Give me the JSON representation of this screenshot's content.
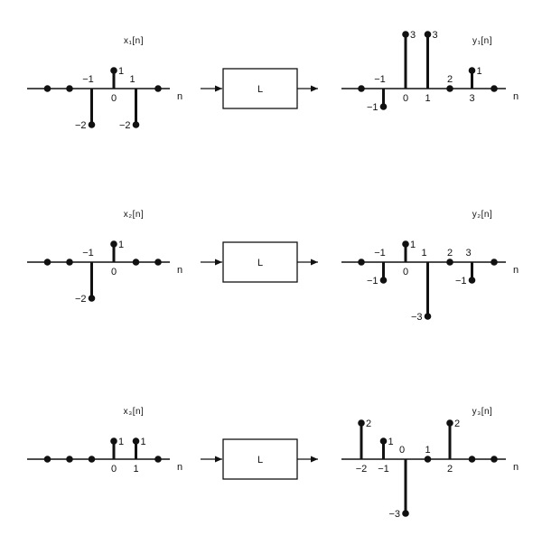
{
  "system_label": "L",
  "axis_var": "n",
  "rows": [
    {
      "input": {
        "name": "x₁[n]",
        "samples": [
          {
            "n": -3,
            "v": 0
          },
          {
            "n": -2,
            "v": 0
          },
          {
            "n": -1,
            "v": -2,
            "label": "−2",
            "tick": "−1"
          },
          {
            "n": 0,
            "v": 1,
            "label": "1",
            "tick": "0"
          },
          {
            "n": 1,
            "v": -2,
            "label": "−2",
            "tick": "1"
          },
          {
            "n": 2,
            "v": 0
          }
        ]
      },
      "output": {
        "name": "y₁[n]",
        "samples": [
          {
            "n": -2,
            "v": 0
          },
          {
            "n": -1,
            "v": -1,
            "label": "−1",
            "tick": "−1"
          },
          {
            "n": 0,
            "v": 3,
            "label": "3",
            "tick": "0"
          },
          {
            "n": 1,
            "v": 3,
            "label": "3",
            "tick": "1"
          },
          {
            "n": 2,
            "v": 0,
            "tick": "2"
          },
          {
            "n": 3,
            "v": 1,
            "label": "1",
            "tick": "3"
          },
          {
            "n": 4,
            "v": 0
          }
        ]
      }
    },
    {
      "input": {
        "name": "x₂[n]",
        "samples": [
          {
            "n": -3,
            "v": 0
          },
          {
            "n": -2,
            "v": 0
          },
          {
            "n": -1,
            "v": -2,
            "label": "−2",
            "tick": "−1"
          },
          {
            "n": 0,
            "v": 1,
            "label": "1",
            "tick": "0"
          },
          {
            "n": 1,
            "v": 0
          },
          {
            "n": 2,
            "v": 0
          }
        ]
      },
      "output": {
        "name": "y₂[n]",
        "samples": [
          {
            "n": -2,
            "v": 0
          },
          {
            "n": -1,
            "v": -1,
            "label": "−1",
            "tick": "−1"
          },
          {
            "n": 0,
            "v": 1,
            "label": "1",
            "tick": "0"
          },
          {
            "n": 1,
            "v": -3,
            "label": "−3",
            "tick": "1"
          },
          {
            "n": 2,
            "v": 0,
            "tick": "2"
          },
          {
            "n": 3,
            "v": -1,
            "label": "−1",
            "tick": "3"
          },
          {
            "n": 4,
            "v": 0
          }
        ]
      }
    },
    {
      "input": {
        "name": "x₃[n]",
        "samples": [
          {
            "n": -3,
            "v": 0
          },
          {
            "n": -2,
            "v": 0
          },
          {
            "n": -1,
            "v": 0
          },
          {
            "n": 0,
            "v": 1,
            "label": "1",
            "tick": "0"
          },
          {
            "n": 1,
            "v": 1,
            "label": "1",
            "tick": "1"
          },
          {
            "n": 2,
            "v": 0
          }
        ]
      },
      "output": {
        "name": "y₃[n]",
        "samples": [
          {
            "n": -2,
            "v": 2,
            "label": "2",
            "tick": "−2"
          },
          {
            "n": -1,
            "v": 1,
            "label": "1",
            "tick": "−1"
          },
          {
            "n": 0,
            "v": -3,
            "label": "−3",
            "tick": "0"
          },
          {
            "n": 1,
            "v": 0,
            "tick": "1"
          },
          {
            "n": 2,
            "v": 2,
            "label": "2",
            "tick": "2"
          },
          {
            "n": 3,
            "v": 0
          },
          {
            "n": 4,
            "v": 0
          }
        ]
      }
    }
  ]
}
